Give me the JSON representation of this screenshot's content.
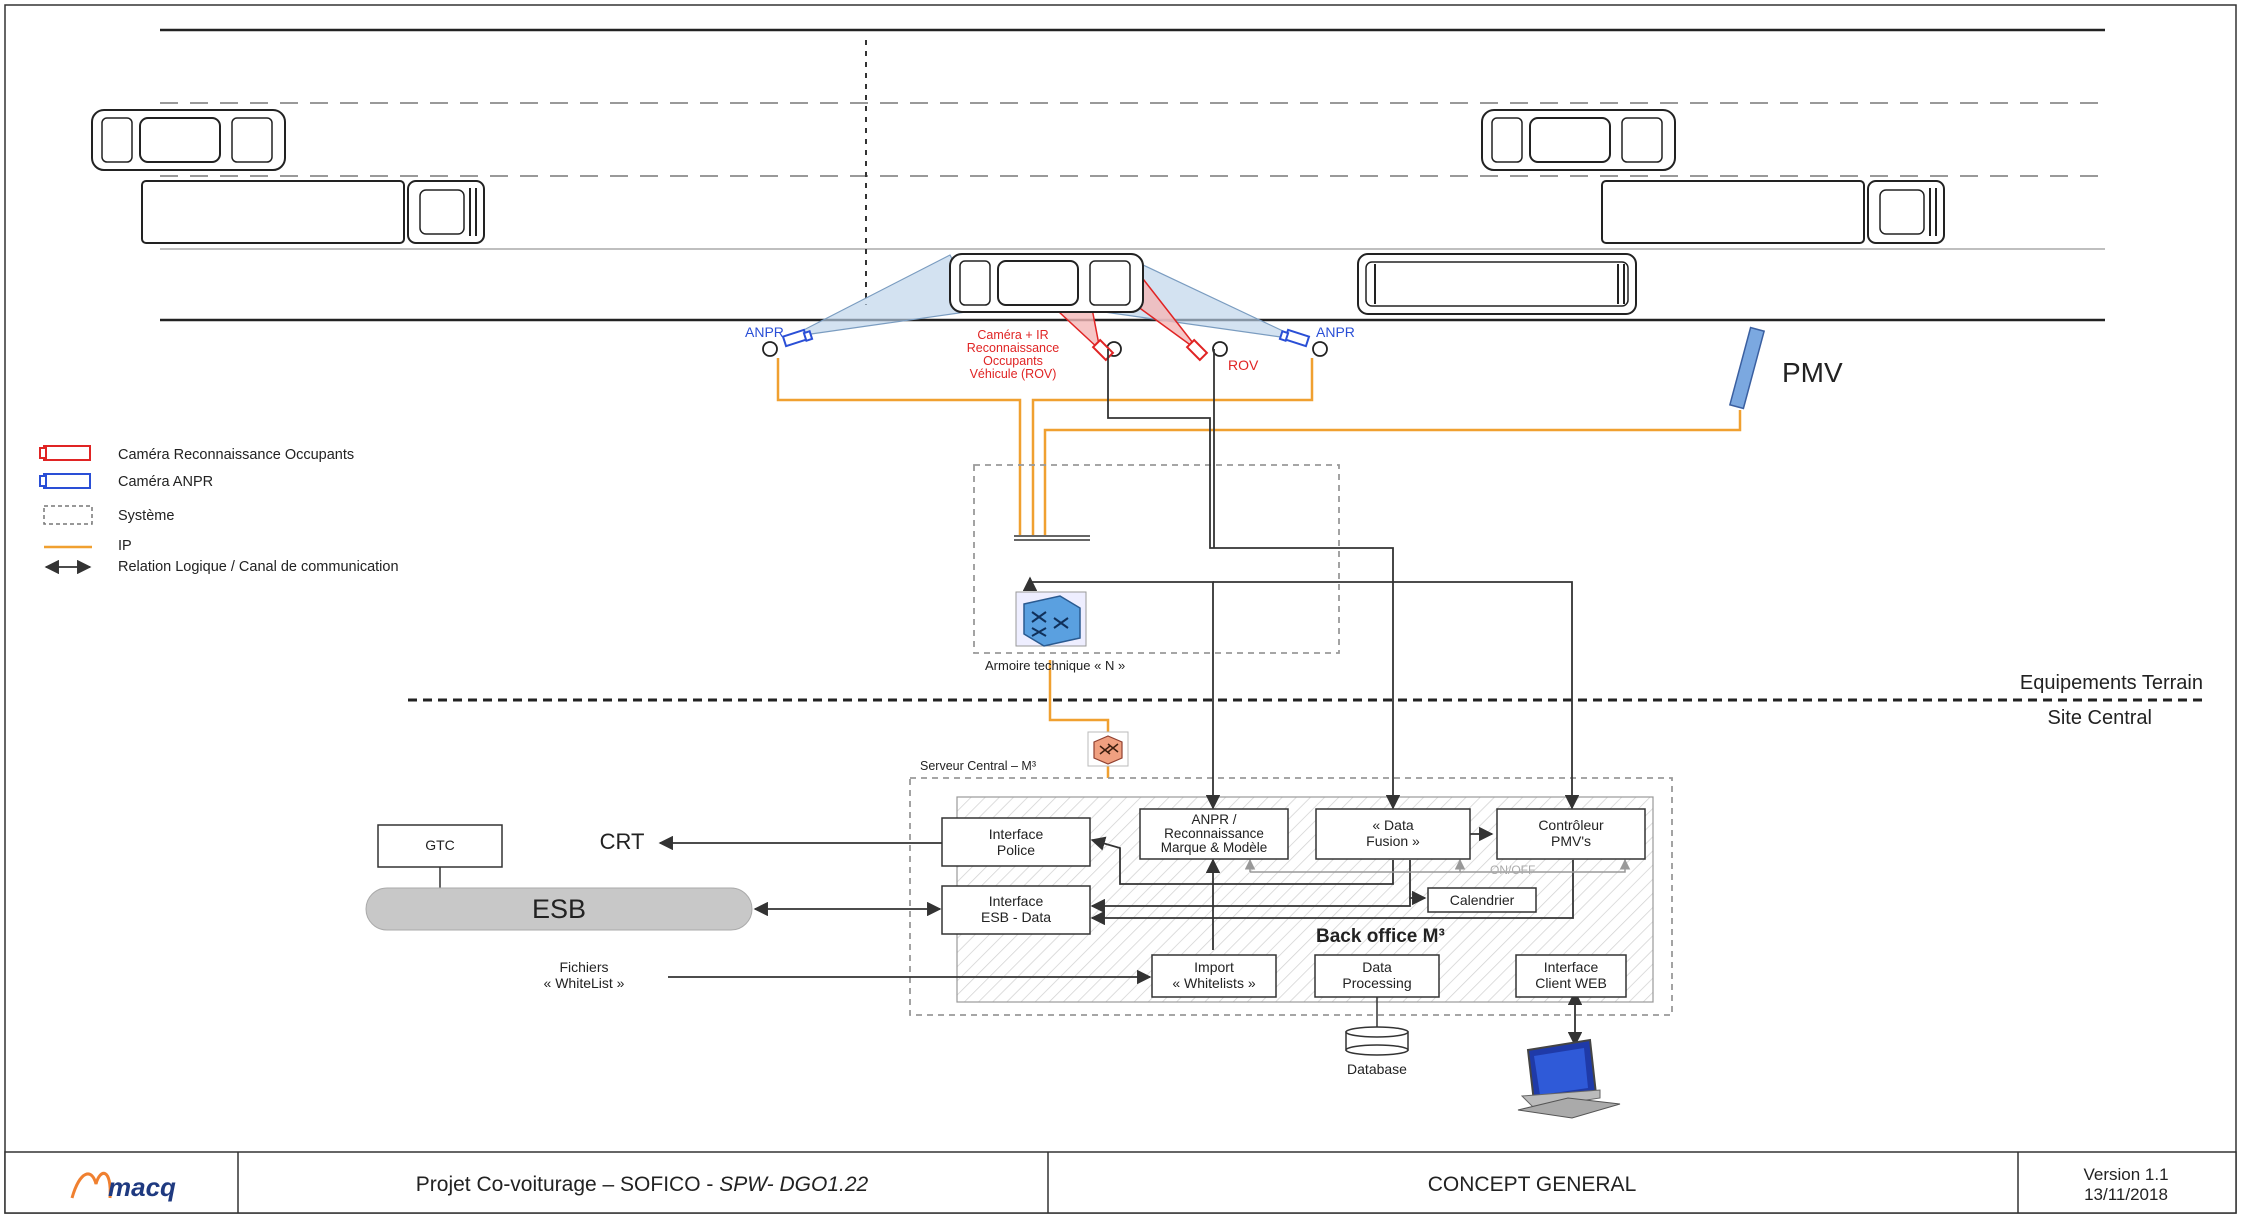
{
  "road": {
    "cameras": {
      "anpr_left": "ANPR",
      "anpr_right": "ANPR",
      "rov_right": "ROV",
      "rov_caption": [
        "Caméra + IR",
        "Reconnaissance",
        "Occupants",
        "Véhicule (ROV)"
      ]
    },
    "pmv": "PMV"
  },
  "legend": {
    "items": [
      {
        "label": "Caméra Reconnaissance Occupants",
        "color": "#e02424"
      },
      {
        "label": "Caméra ANPR",
        "color": "#2a4fd6"
      },
      {
        "label": "Système"
      },
      {
        "label": "IP",
        "color": "#f0a030"
      },
      {
        "label": "Relation Logique / Canal de communication"
      }
    ]
  },
  "terrain": {
    "cabinet_label": "Armoire technique « N »",
    "zone_top": "Equipements Terrain",
    "zone_bottom": "Site Central"
  },
  "central": {
    "server_label": "Serveur Central – M³",
    "back_office": "Back office M³",
    "boxes": {
      "interface_police": [
        "Interface",
        "Police"
      ],
      "interface_esb": [
        "Interface",
        "ESB - Data"
      ],
      "anpr": [
        "ANPR /",
        "Reconnaissance",
        "Marque & Modèle"
      ],
      "data_fusion": [
        "« Data",
        "Fusion »"
      ],
      "controleur": [
        "Contrôleur",
        "PMV's"
      ],
      "calendrier": "Calendrier",
      "on_off": "ON/OFF",
      "import_whitelists": [
        "Import",
        "« Whitelists »"
      ],
      "data_processing": [
        "Data",
        "Processing"
      ],
      "interface_client": [
        "Interface",
        "Client WEB"
      ]
    },
    "database": "Database"
  },
  "external": {
    "gtc": "GTC",
    "crt": "CRT",
    "esb": "ESB",
    "fichiers": [
      "Fichiers",
      "« WhiteList »"
    ]
  },
  "footer": {
    "logo": "macq",
    "project_prefix": "Projet Co-voiturage – SOFICO - ",
    "project_italic": "SPW- DGO1.22",
    "title": "CONCEPT GENERAL",
    "version": "Version 1.1",
    "date": "13/11/2018"
  },
  "colors": {
    "ip": "#f0a030",
    "anpr_camera": "#2a4fd6",
    "rov_camera": "#e02424",
    "esb_fill": "#c8c8c8",
    "switch_blue": "#5aa0e0",
    "router_orange": "#f0a080"
  }
}
